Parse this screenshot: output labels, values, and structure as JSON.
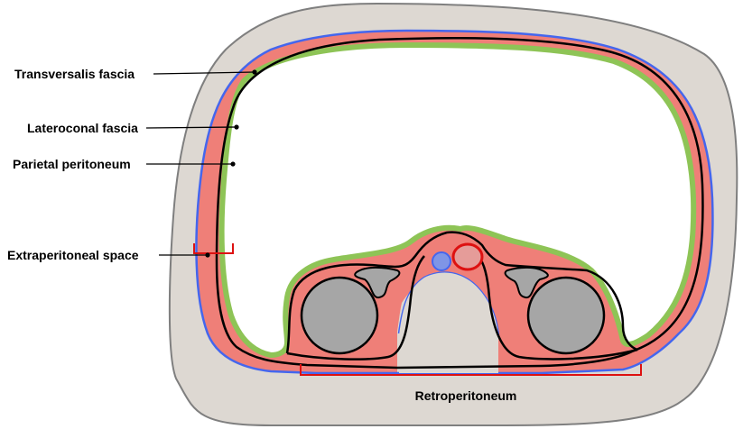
{
  "labels": {
    "transversalis_fascia": "Transversalis fascia",
    "lateroconal_fascia": "Lateroconal fascia",
    "parietal_peritoneum": "Parietal peritoneum",
    "extraperitoneal_space": "Extraperitoneal space",
    "retroperitoneum": "Retroperitoneum"
  },
  "colors": {
    "body_wall": "#ddd8d2",
    "body_outline": "#7f7f7f",
    "extraperitoneal_fat": "#ef7f78",
    "transversalis_line": "#4466ee",
    "peritoneum_line": "#8ec456",
    "lateroconal_line": "#000000",
    "bracket": "#dd1111",
    "kidney": "#a6a6a6",
    "vena_cava": "#7f95e6",
    "aorta_fill": "#e59c99",
    "aorta_outline": "#dd1111",
    "peritoneal_cavity": "#ffffff"
  }
}
